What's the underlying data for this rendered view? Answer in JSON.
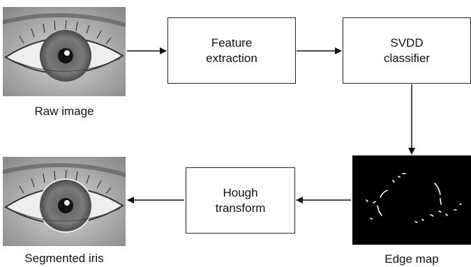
{
  "nodes": {
    "raw_image_caption": "Raw image",
    "feature_extraction": [
      "Feature",
      "extraction"
    ],
    "svdd_classifier": [
      "SVDD",
      "classifier"
    ],
    "edge_map_caption": "Edge map",
    "hough_transform": [
      "Hough",
      "transform"
    ],
    "segmented_iris_caption": "Segmented iris"
  },
  "edges": [
    {
      "from": "raw_image",
      "to": "feature_extraction"
    },
    {
      "from": "feature_extraction",
      "to": "svdd_classifier"
    },
    {
      "from": "svdd_classifier",
      "to": "edge_map"
    },
    {
      "from": "edge_map",
      "to": "hough_transform"
    },
    {
      "from": "hough_transform",
      "to": "segmented_iris"
    }
  ],
  "colors": {
    "line": "#111111",
    "edge_map_bg": "#000000",
    "iris_outline": "#e8e8e8"
  }
}
